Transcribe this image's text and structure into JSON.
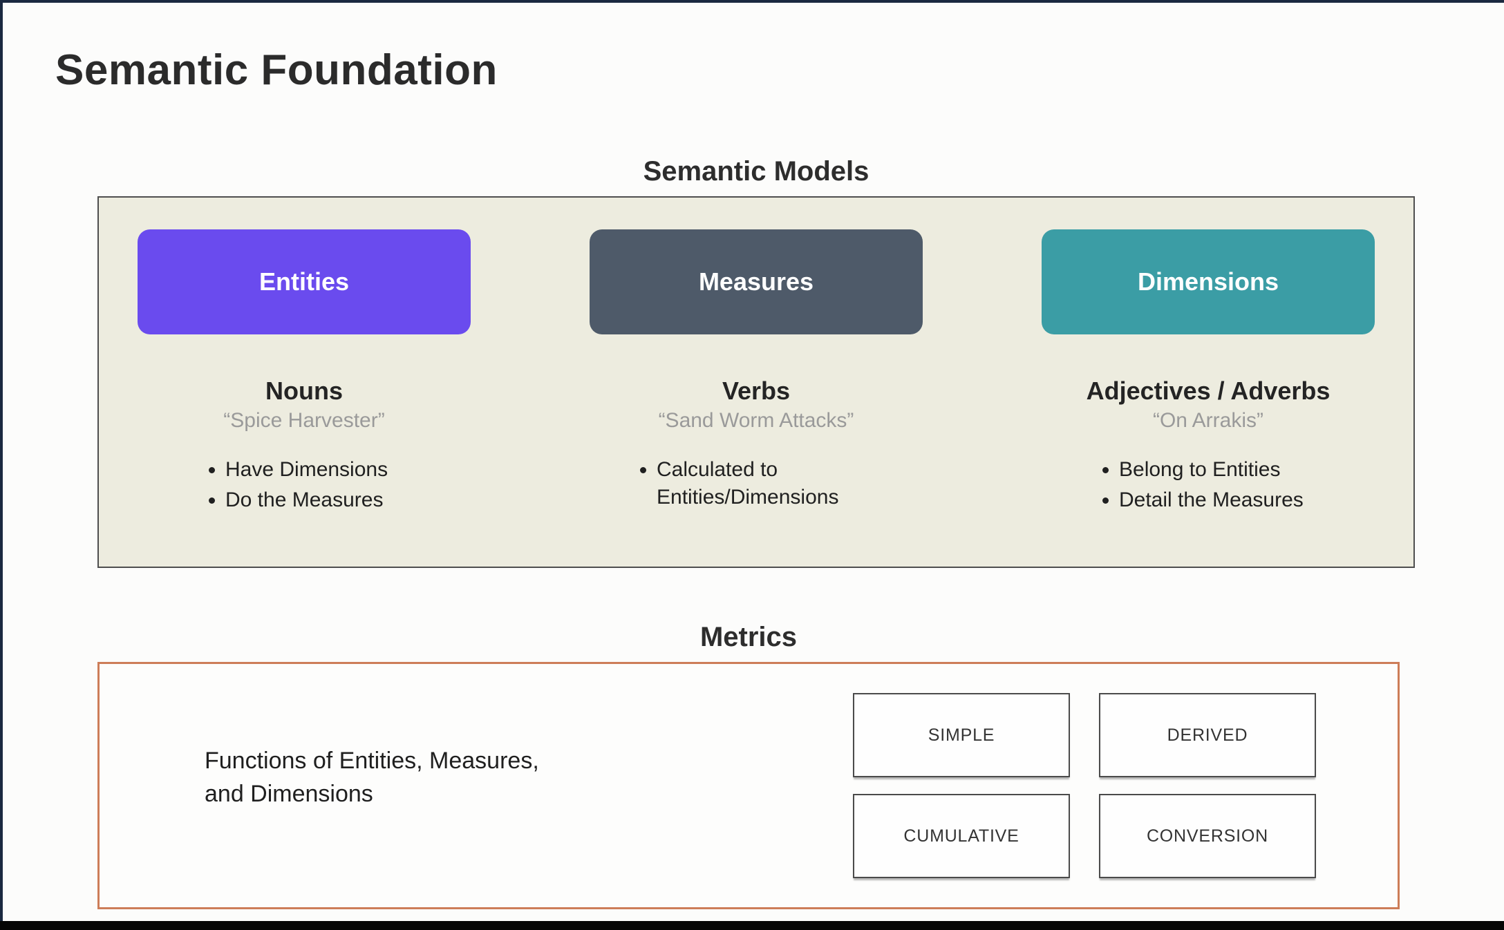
{
  "slide": {
    "title": "Semantic Foundation"
  },
  "semantic_models": {
    "heading": "Semantic Models",
    "panel_background": "#edecdf",
    "columns": [
      {
        "label": "Entities",
        "color": "#6a4bee",
        "part_of_speech": "Nouns",
        "example": "“Spice Harvester”",
        "bullets": [
          "Have Dimensions",
          "Do the Measures"
        ]
      },
      {
        "label": "Measures",
        "color": "#4e5a69",
        "part_of_speech": "Verbs",
        "example": "“Sand Worm Attacks”",
        "bullets": [
          "Calculated to Entities/Dimensions"
        ]
      },
      {
        "label": "Dimensions",
        "color": "#3b9da5",
        "part_of_speech": "Adjectives / Adverbs",
        "example": "“On Arrakis”",
        "bullets": [
          "Belong to Entities",
          "Detail the Measures"
        ]
      }
    ]
  },
  "metrics": {
    "heading": "Metrics",
    "border_color": "#cd7d58",
    "description_line1": "Functions of Entities, Measures,",
    "description_line2": "and Dimensions",
    "types": [
      "SIMPLE",
      "DERIVED",
      "CUMULATIVE",
      "CONVERSION"
    ]
  }
}
